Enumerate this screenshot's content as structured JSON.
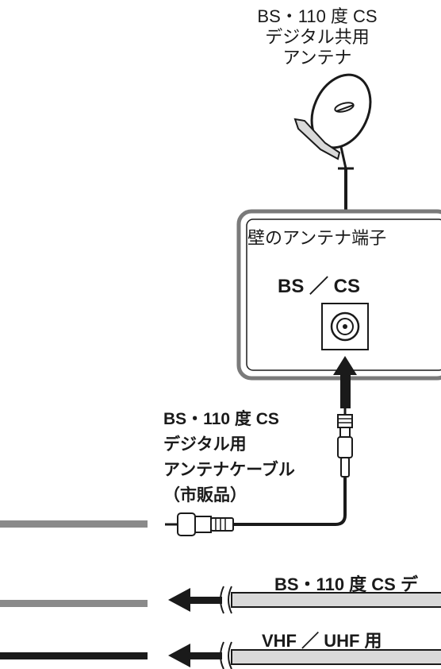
{
  "antenna": {
    "line1": "BS・110 度 CS",
    "line2": "デジタル共用",
    "line3": "アンテナ"
  },
  "wall_terminal": {
    "title": "壁のアンテナ端子",
    "port_label": "BS ／ CS"
  },
  "cable": {
    "line1": "BS・110 度 CS",
    "line2": "デジタル用",
    "line3": "アンテナケーブル",
    "line4": "（市販品）"
  },
  "bottom_cables": {
    "bs_label": "BS・110 度 CS デ",
    "vhf_label": "VHF ／ UHF 用"
  },
  "colors": {
    "line": "#1a1a1a",
    "gray_bar": "#8a8a8a",
    "box_border": "#7a7a7a",
    "cable_fill": "#d9d9d9"
  }
}
